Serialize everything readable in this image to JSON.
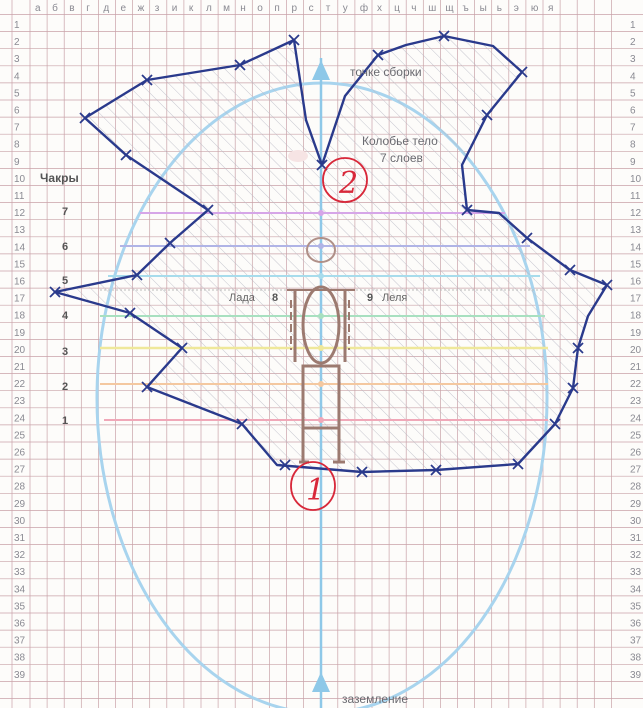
{
  "grid": {
    "column_letters": [
      "а",
      "б",
      "в",
      "г",
      "д",
      "е",
      "ж",
      "з",
      "и",
      "к",
      "л",
      "м",
      "н",
      "о",
      "п",
      "р",
      "с",
      "т",
      "у",
      "ф",
      "х",
      "ц",
      "ч",
      "ш",
      "щ",
      "ъ",
      "ы",
      "ь",
      "э",
      "ю",
      "я"
    ],
    "row_numbers": [
      "1",
      "2",
      "3",
      "4",
      "5",
      "6",
      "7",
      "8",
      "9",
      "10",
      "11",
      "12",
      "13",
      "14",
      "15",
      "16",
      "17",
      "18",
      "19",
      "20",
      "21",
      "22",
      "23",
      "24",
      "25",
      "26",
      "27",
      "28",
      "29",
      "30",
      "31",
      "32",
      "33",
      "34",
      "35",
      "36",
      "37",
      "38",
      "39"
    ],
    "line_color": "#c9a2a8"
  },
  "labels": {
    "assembly_point": "точке сборки",
    "cocoon_line1": "Колобье тело",
    "cocoon_line2": "7 слоев",
    "chakras_title": "Чакры",
    "lada": "Лада",
    "lada_num": "8",
    "lelya_num": "9",
    "lelya": "Леля",
    "grounding": "заземление",
    "marker_top": "2",
    "marker_bottom": "1"
  },
  "chakras": [
    "7",
    "6",
    "5",
    "4",
    "3",
    "2",
    "1"
  ],
  "colors": {
    "axis": "#8ec8e8",
    "oval": "#a8d4ee",
    "outline": "#2a3a8c",
    "hatch": "#b9b9c4",
    "marker": "#d8283a",
    "figure": "#9c7a70",
    "chakra_violet": "#d6a6e8",
    "chakra_indigo": "#b0b4e6",
    "chakra_blue": "#a8dcec",
    "chakra_green": "#a8e0c0",
    "chakra_yellow": "#efe89a",
    "chakra_orange": "#f4c8a0",
    "chakra_red": "#f0a8b8"
  }
}
